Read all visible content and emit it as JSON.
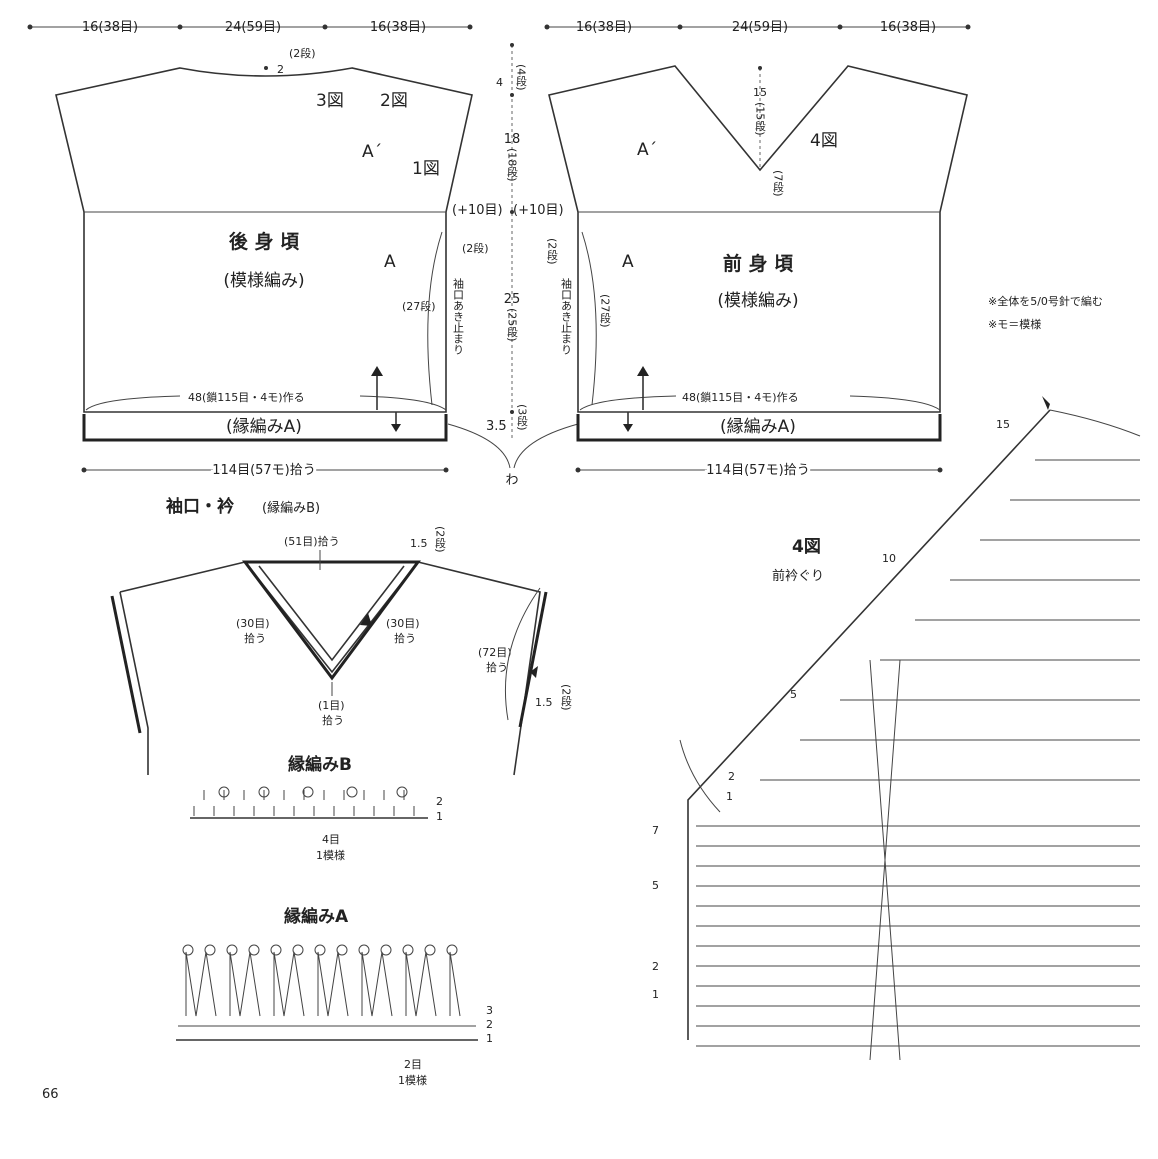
{
  "back_panel": {
    "top_dims": [
      "16(38目)",
      "24(59目)",
      "16(38目)"
    ],
    "neck_depth": "2",
    "neck_rows": "(2段)",
    "title": "後 身 頃",
    "subtitle": "(模様編み)",
    "fig3": "3図",
    "fig2": "2図",
    "fig1": "1図",
    "label_a_prime": "A´",
    "label_a": "A",
    "side_plus": "(+10目)",
    "side_rows_small": "(2段)",
    "side_rows_27": "(27段)",
    "slit_note": "袖口あき止まり",
    "foundation": "48(鎖115目・4モ)作る",
    "border": "(縁編みA)",
    "pickup": "114目(57モ)拾う"
  },
  "front_panel": {
    "top_dims": [
      "16(38目)",
      "24(59目)",
      "16(38目)"
    ],
    "v_depth": "15",
    "v_rows": "(15段)",
    "v_bottom_rows": "(7段)",
    "title": "前 身 頃",
    "subtitle": "(模様編み)",
    "fig4": "4図",
    "label_a_prime": "A´",
    "label_a": "A",
    "side_plus": "(+10目)",
    "side_rows_small": "(2段)",
    "side_rows_27": "(27段)",
    "slit_note": "袖口あき止まり",
    "foundation": "48(鎖115目・4モ)作る",
    "border": "(縁編みA)",
    "pickup": "114目(57モ)拾う"
  },
  "center_dims": {
    "d1": "4",
    "d1_rows": "(4段)",
    "d2": "18",
    "d2_rows": "(18段)",
    "d3": "25",
    "d3_rows": "(25段)",
    "d4": "3.5",
    "d4_rows": "(3段)",
    "loop": "わ"
  },
  "notes": [
    "※全体を5/0号針で編む",
    "※モ＝模様"
  ],
  "cuff_collar": {
    "title": "袖口・衿",
    "title_sub": "(縁編みB)",
    "pick_51": "(51目)拾う",
    "w_1_5": "1.5",
    "w_rows": "(2段)",
    "pick_30_left": "(30目)",
    "pick_30_left_b": "拾う",
    "pick_30_right": "(30目)",
    "pick_30_right_b": "拾う",
    "pick_1": "(1目)",
    "pick_1_b": "拾う",
    "pick_72": "(72目)",
    "pick_72_b": "拾う",
    "w_1_5_b": "1.5",
    "w_rows_b": "(2段)"
  },
  "border_b": {
    "title": "縁編みB",
    "row_labels": [
      "2",
      "1"
    ],
    "repeat": "4目",
    "repeat_b": "1模様"
  },
  "border_a": {
    "title": "縁編みA",
    "row_labels": [
      "3",
      "2",
      "1"
    ],
    "repeat": "2目",
    "repeat_b": "1模様"
  },
  "fig4_chart": {
    "title": "4図",
    "subtitle": "前衿ぐり",
    "upper_rows": [
      "15",
      "10",
      "5",
      "2",
      "1"
    ],
    "lower_rows": [
      "7",
      "5",
      "2",
      "1"
    ]
  },
  "page_number": "66"
}
